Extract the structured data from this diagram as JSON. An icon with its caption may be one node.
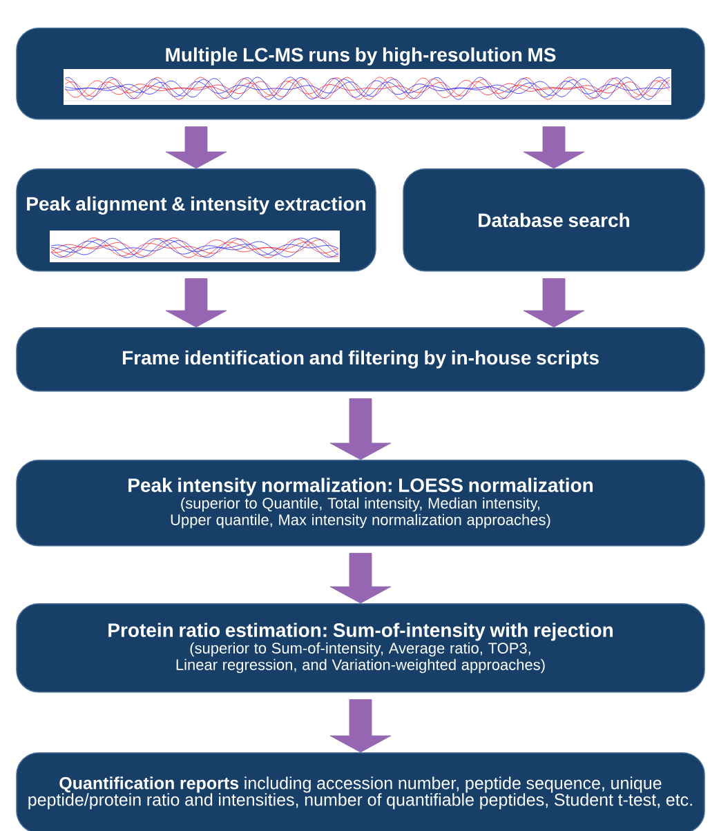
{
  "diagram": {
    "nodes": [
      {
        "text": [
          "Multiple LC-MS runs by high-resolution MS"
        ]
      },
      {
        "text": [
          "Peak alignment & intensity extraction"
        ]
      },
      {
        "text": [
          "Database search"
        ]
      },
      {
        "text": [
          "Frame identification and filtering by in-house scripts"
        ]
      },
      {
        "text": [
          "Peak intensity normalization: LOESS normalization",
          "(superior to Quantile, Total intensity, Median intensity, Upper quantile, Max intensity normalization approaches)"
        ]
      },
      {
        "text": [
          "Protein ratio estimation: Sum-of-intensity with rejection",
          "(superior to Sum-of-intensity, Average ratio, TOP3, Linear regression, and Variation-weighted approaches)"
        ]
      },
      {
        "text": [
          "**Quantification reports** including accession number, peptide sequence, unique peptide/protein ratio and intensities, number of quantifiable peptides, Student t-test, etc."
        ]
      }
    ],
    "edges": [
      {
        "from": 0,
        "to": 1,
        "arrow": "to"
      },
      {
        "from": 0,
        "to": 2,
        "arrow": "to"
      },
      {
        "from": 1,
        "to": 3,
        "arrow": "to"
      },
      {
        "from": 2,
        "to": 3,
        "arrow": "to"
      },
      {
        "from": 3,
        "to": 4,
        "arrow": "to"
      },
      {
        "from": 4,
        "to": 5,
        "arrow": "to"
      },
      {
        "from": 5,
        "to": 6,
        "arrow": "to"
      }
    ]
  }
}
